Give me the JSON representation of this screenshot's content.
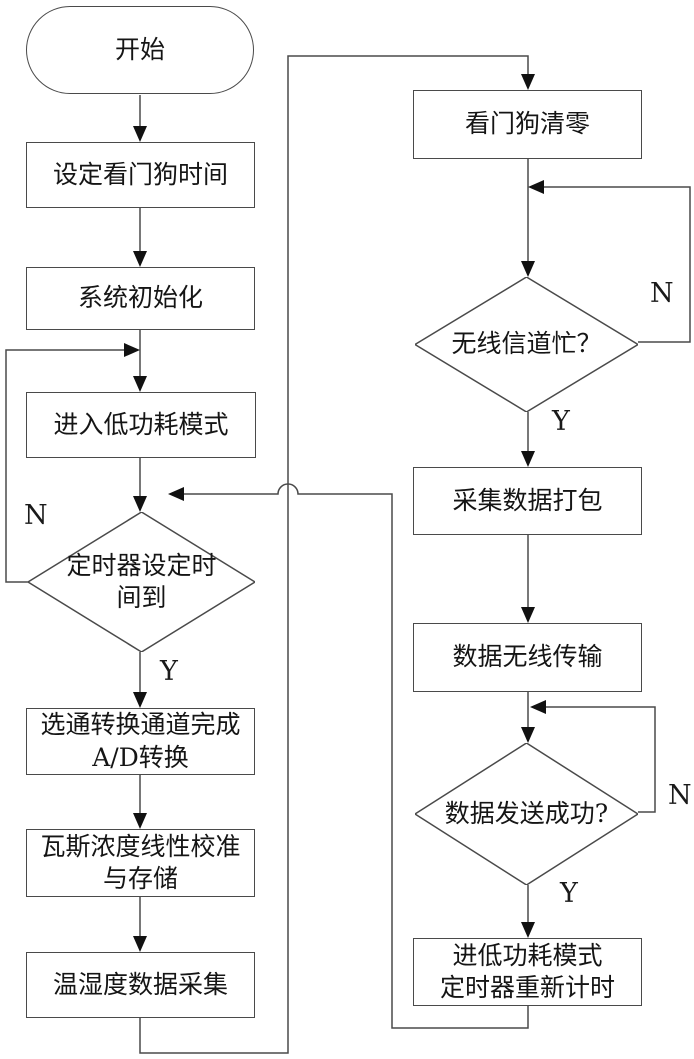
{
  "diagram": {
    "type": "flowchart",
    "background_color": "#ffffff",
    "line_color": "#4a4a4a",
    "arrow_color": "#111111",
    "nodes": {
      "start": {
        "shape": "terminator",
        "label": "开始"
      },
      "set_watchdog_time": {
        "shape": "process",
        "label": "设定看门狗时间"
      },
      "system_init": {
        "shape": "process",
        "label": "系统初始化"
      },
      "enter_low_power": {
        "shape": "process",
        "label": "进入低功耗模式"
      },
      "timer_reached": {
        "shape": "decision",
        "label": "定时器设定时\n间到"
      },
      "ad_convert": {
        "shape": "process",
        "label": "选通转换通道完成\nA/D转换"
      },
      "gas_calibrate": {
        "shape": "process",
        "label": "瓦斯浓度线性校准\n与存储"
      },
      "temp_humidity_collect": {
        "shape": "process",
        "label": "温湿度数据采集"
      },
      "watchdog_clear": {
        "shape": "process",
        "label": "看门狗清零"
      },
      "channel_busy": {
        "shape": "decision",
        "label": "无线信道忙？"
      },
      "pack_data": {
        "shape": "process",
        "label": "采集数据打包"
      },
      "wireless_transmit": {
        "shape": "process",
        "label": "数据无线传输"
      },
      "send_success": {
        "shape": "decision",
        "label": "数据发送成功?"
      },
      "low_power_timer_restart": {
        "shape": "process",
        "label": "进低功耗模式\n定时器重新计时"
      }
    },
    "edge_labels": {
      "timer_no": "N",
      "timer_yes": "Y",
      "channel_no": "N",
      "channel_yes": "Y",
      "send_no": "N",
      "send_yes": "Y"
    }
  }
}
